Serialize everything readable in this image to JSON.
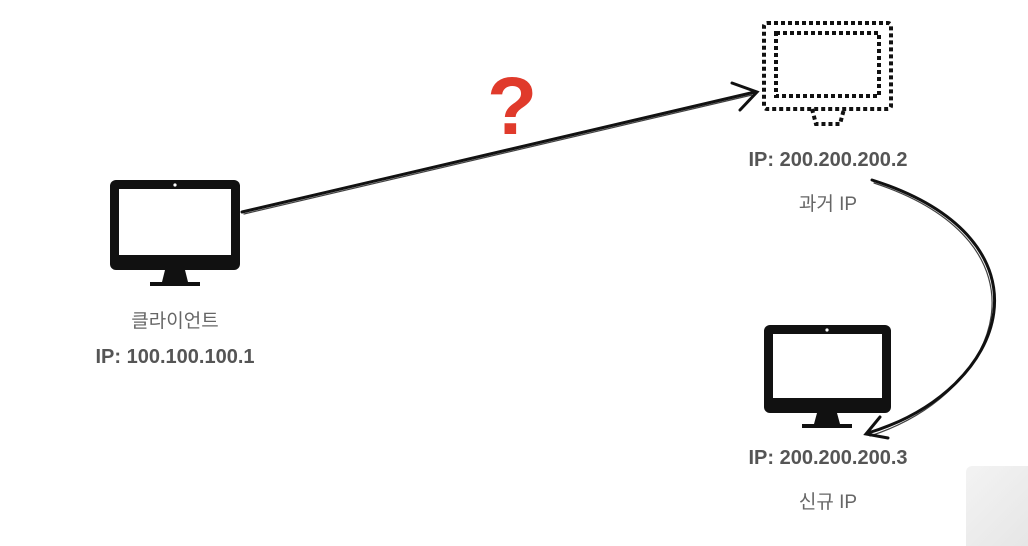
{
  "client": {
    "name": "클라이언트",
    "ip": "IP: 100.100.100.1",
    "icon": "monitor-icon"
  },
  "old_server": {
    "ip": "IP: 200.200.200.2",
    "caption": "과거 IP",
    "icon": "monitor-dotted-icon"
  },
  "new_server": {
    "ip": "IP: 200.200.200.3",
    "caption": "신규 IP",
    "icon": "monitor-icon"
  },
  "question": {
    "symbol": "?",
    "color": "#e03a2b"
  },
  "colors": {
    "text": "#555555",
    "stroke": "#111111"
  }
}
